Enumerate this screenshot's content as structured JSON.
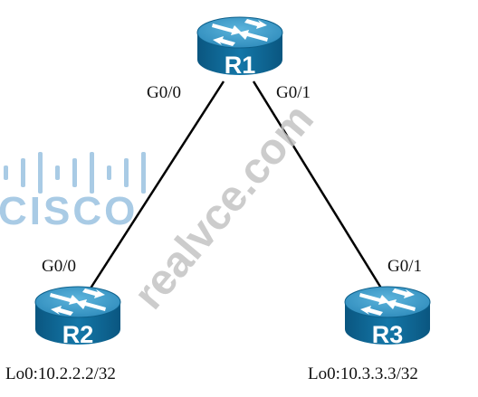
{
  "routers": {
    "r1": {
      "name": "R1"
    },
    "r2": {
      "name": "R2"
    },
    "r3": {
      "name": "R3"
    }
  },
  "interfaces": {
    "r1_left": "G0/0",
    "r1_right": "G0/1",
    "r2_top": "G0/0",
    "r3_top": "G0/1"
  },
  "loopbacks": {
    "r2": "Lo0:10.2.2.2/32",
    "r3": "Lo0:10.3.3.3/32"
  },
  "logo": {
    "text": "CISCO"
  },
  "watermark": {
    "text": "realvce.com"
  },
  "colors": {
    "router_top": "#3d9bc8",
    "router_side": "#0e6a97",
    "link": "#000000",
    "logo": "#a9cbe5",
    "watermark": "#c9c9c9"
  }
}
